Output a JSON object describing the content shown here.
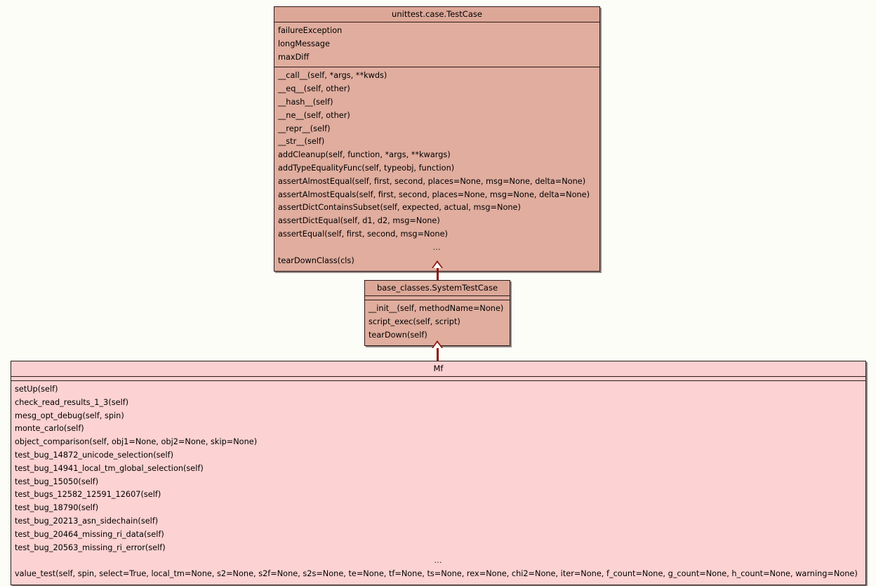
{
  "diagram": {
    "type": "uml-class-diagram",
    "background_color": "#fcfdf7",
    "relationship": "generalization",
    "classes": [
      {
        "id": "testcase",
        "name": "unittest.case.TestCase",
        "fill_color": "#e0ad9e",
        "border_color": "#2b1a18",
        "attributes": [
          "failureException",
          "longMessage",
          "maxDiff"
        ],
        "methods": [
          "__call__(self, *args, **kwds)",
          "__eq__(self, other)",
          "__hash__(self)",
          "__ne__(self, other)",
          "__repr__(self)",
          "__str__(self)",
          "addCleanup(self, function, *args, **kwargs)",
          "addTypeEqualityFunc(self, typeobj, function)",
          "assertAlmostEqual(self, first, second, places=None, msg=None, delta=None)",
          "assertAlmostEquals(self, first, second, places=None, msg=None, delta=None)",
          "assertDictContainsSubset(self, expected, actual, msg=None)",
          "assertDictEqual(self, d1, d2, msg=None)",
          "assertEqual(self, first, second, msg=None)",
          "…",
          "tearDownClass(cls)"
        ]
      },
      {
        "id": "systemtestcase",
        "name": "base_classes.SystemTestCase",
        "fill_color": "#e0ad9e",
        "border_color": "#2b1a18",
        "attributes": [],
        "methods": [
          "__init__(self, methodName=None)",
          "script_exec(self, script)",
          "tearDown(self)"
        ]
      },
      {
        "id": "mf",
        "name": "Mf",
        "fill_color": "#fcd2d2",
        "border_color": "#2b1a18",
        "attributes": [],
        "methods": [
          "setUp(self)",
          "check_read_results_1_3(self)",
          "mesg_opt_debug(self, spin)",
          "monte_carlo(self)",
          "object_comparison(self, obj1=None, obj2=None, skip=None)",
          "test_bug_14872_unicode_selection(self)",
          "test_bug_14941_local_tm_global_selection(self)",
          "test_bug_15050(self)",
          "test_bugs_12582_12591_12607(self)",
          "test_bug_18790(self)",
          "test_bug_20213_asn_sidechain(self)",
          "test_bug_20464_missing_ri_data(self)",
          "test_bug_20563_missing_ri_error(self)",
          "…",
          "value_test(self, spin, select=True, local_tm=None, s2=None, s2f=None, s2s=None, te=None, tf=None, ts=None, rex=None, chi2=None, iter=None, f_count=None, g_count=None, h_count=None, warning=None)"
        ]
      }
    ],
    "arrows": [
      {
        "id": "arrow-testcase",
        "from": "systemtestcase",
        "to": "testcase",
        "style": "hollow-triangle",
        "color": "#8c1411"
      },
      {
        "id": "arrow-systemtestcase",
        "from": "mf",
        "to": "systemtestcase",
        "style": "hollow-triangle",
        "color": "#8c1411"
      }
    ]
  }
}
